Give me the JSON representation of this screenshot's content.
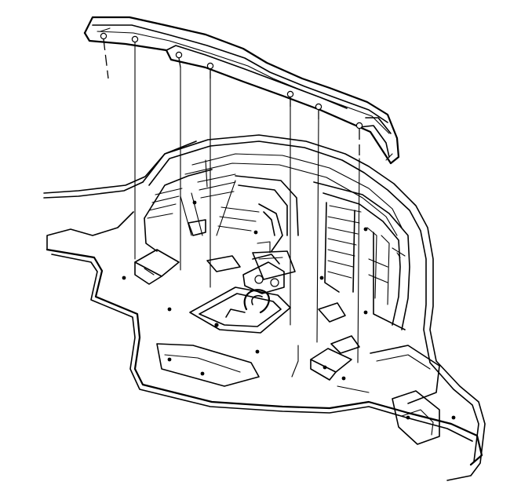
{
  "figure": {
    "line_color": "#000000",
    "background": "#ffffff",
    "parts": [
      "trim-panel",
      "fastener-alignment-lines",
      "rear-compartment-floor",
      "spare-tire-well",
      "side-wall-panels"
    ]
  }
}
